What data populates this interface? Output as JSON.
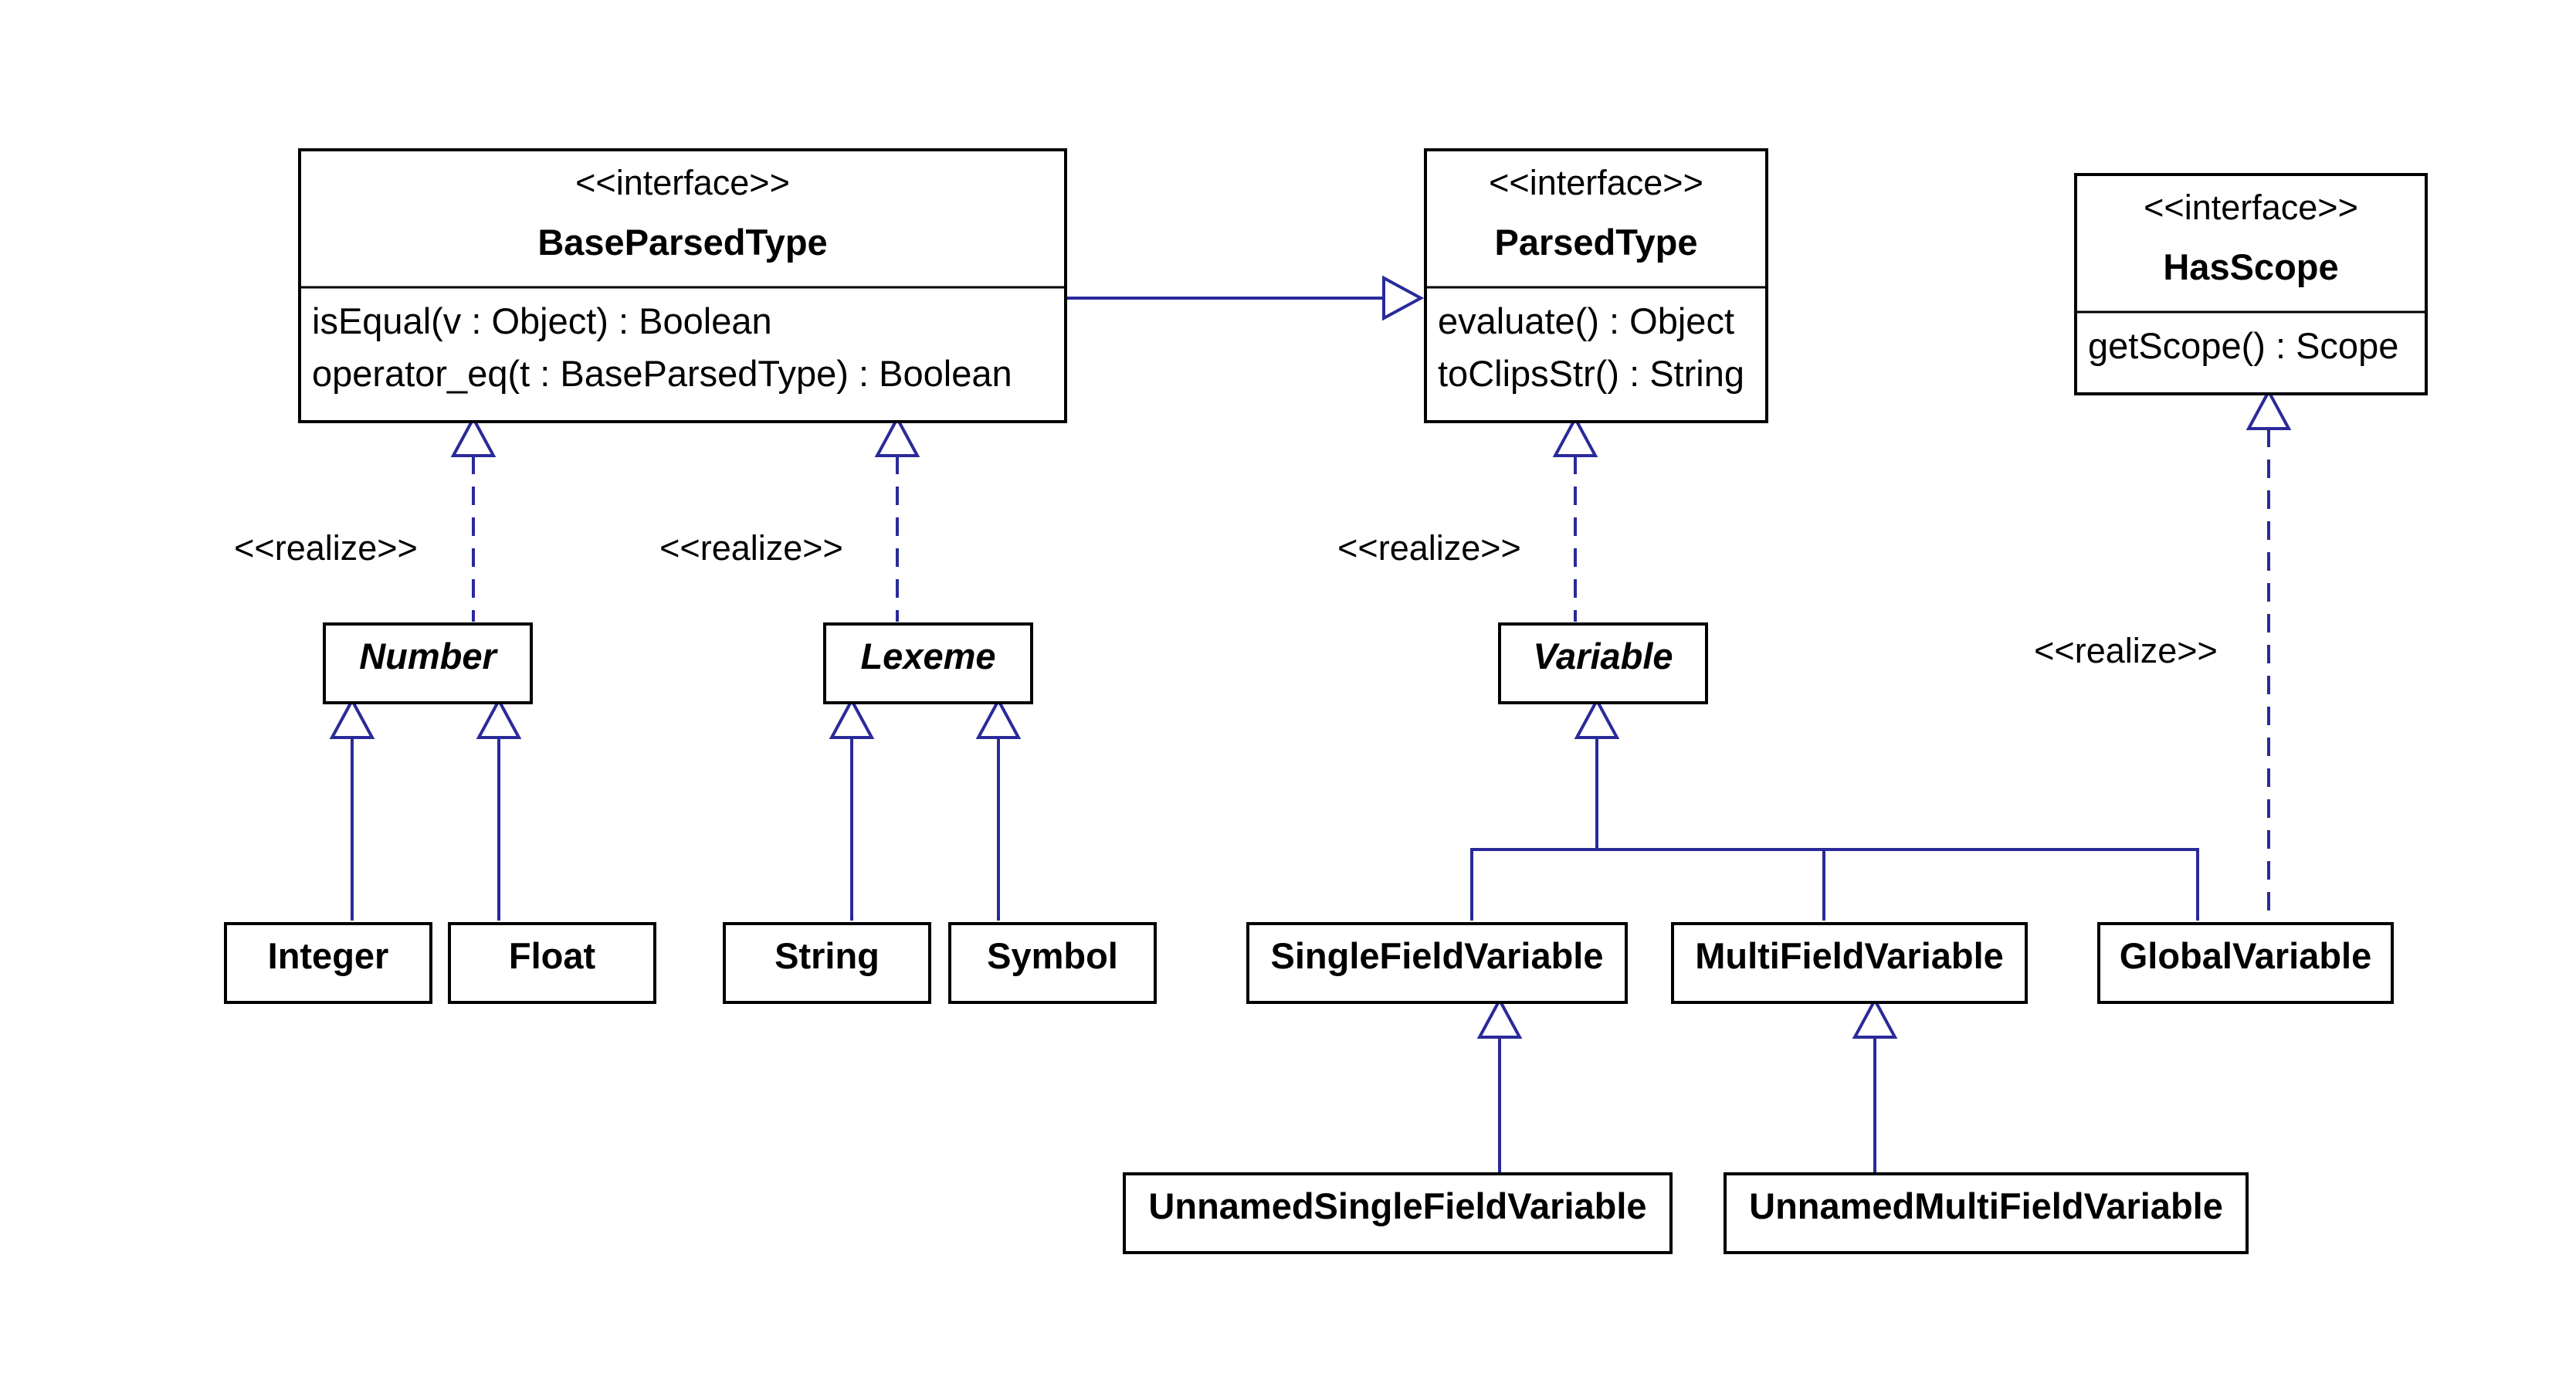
{
  "colors": {
    "connector": "#2a2a9a",
    "border": "#000000",
    "background": "#ffffff"
  },
  "classes": {
    "base_parsed_type": {
      "stereotype": "<<interface>>",
      "name": "BaseParsedType",
      "members": [
        "isEqual(v : Object) : Boolean",
        "operator_eq(t : BaseParsedType) : Boolean"
      ]
    },
    "parsed_type": {
      "stereotype": "<<interface>>",
      "name": "ParsedType",
      "members": [
        "evaluate() : Object",
        "toClipsStr() : String"
      ]
    },
    "has_scope": {
      "stereotype": "<<interface>>",
      "name": "HasScope",
      "members": [
        "getScope() : Scope"
      ]
    },
    "number": {
      "name": "Number",
      "abstract": true
    },
    "lexeme": {
      "name": "Lexeme",
      "abstract": true
    },
    "variable": {
      "name": "Variable",
      "abstract": true
    },
    "integer": {
      "name": "Integer"
    },
    "float": {
      "name": "Float"
    },
    "string": {
      "name": "String"
    },
    "symbol": {
      "name": "Symbol"
    },
    "single_field_variable": {
      "name": "SingleFieldVariable"
    },
    "multi_field_variable": {
      "name": "MultiFieldVariable"
    },
    "global_variable": {
      "name": "GlobalVariable"
    },
    "unnamed_single_field_variable": {
      "name": "UnnamedSingleFieldVariable"
    },
    "unnamed_multi_field_variable": {
      "name": "UnnamedMultiFieldVariable"
    }
  },
  "relation_labels": {
    "number_realizes": "<<realize>>",
    "lexeme_realizes": "<<realize>>",
    "variable_realizes": "<<realize>>",
    "global_variable_realizes": "<<realize>>"
  }
}
